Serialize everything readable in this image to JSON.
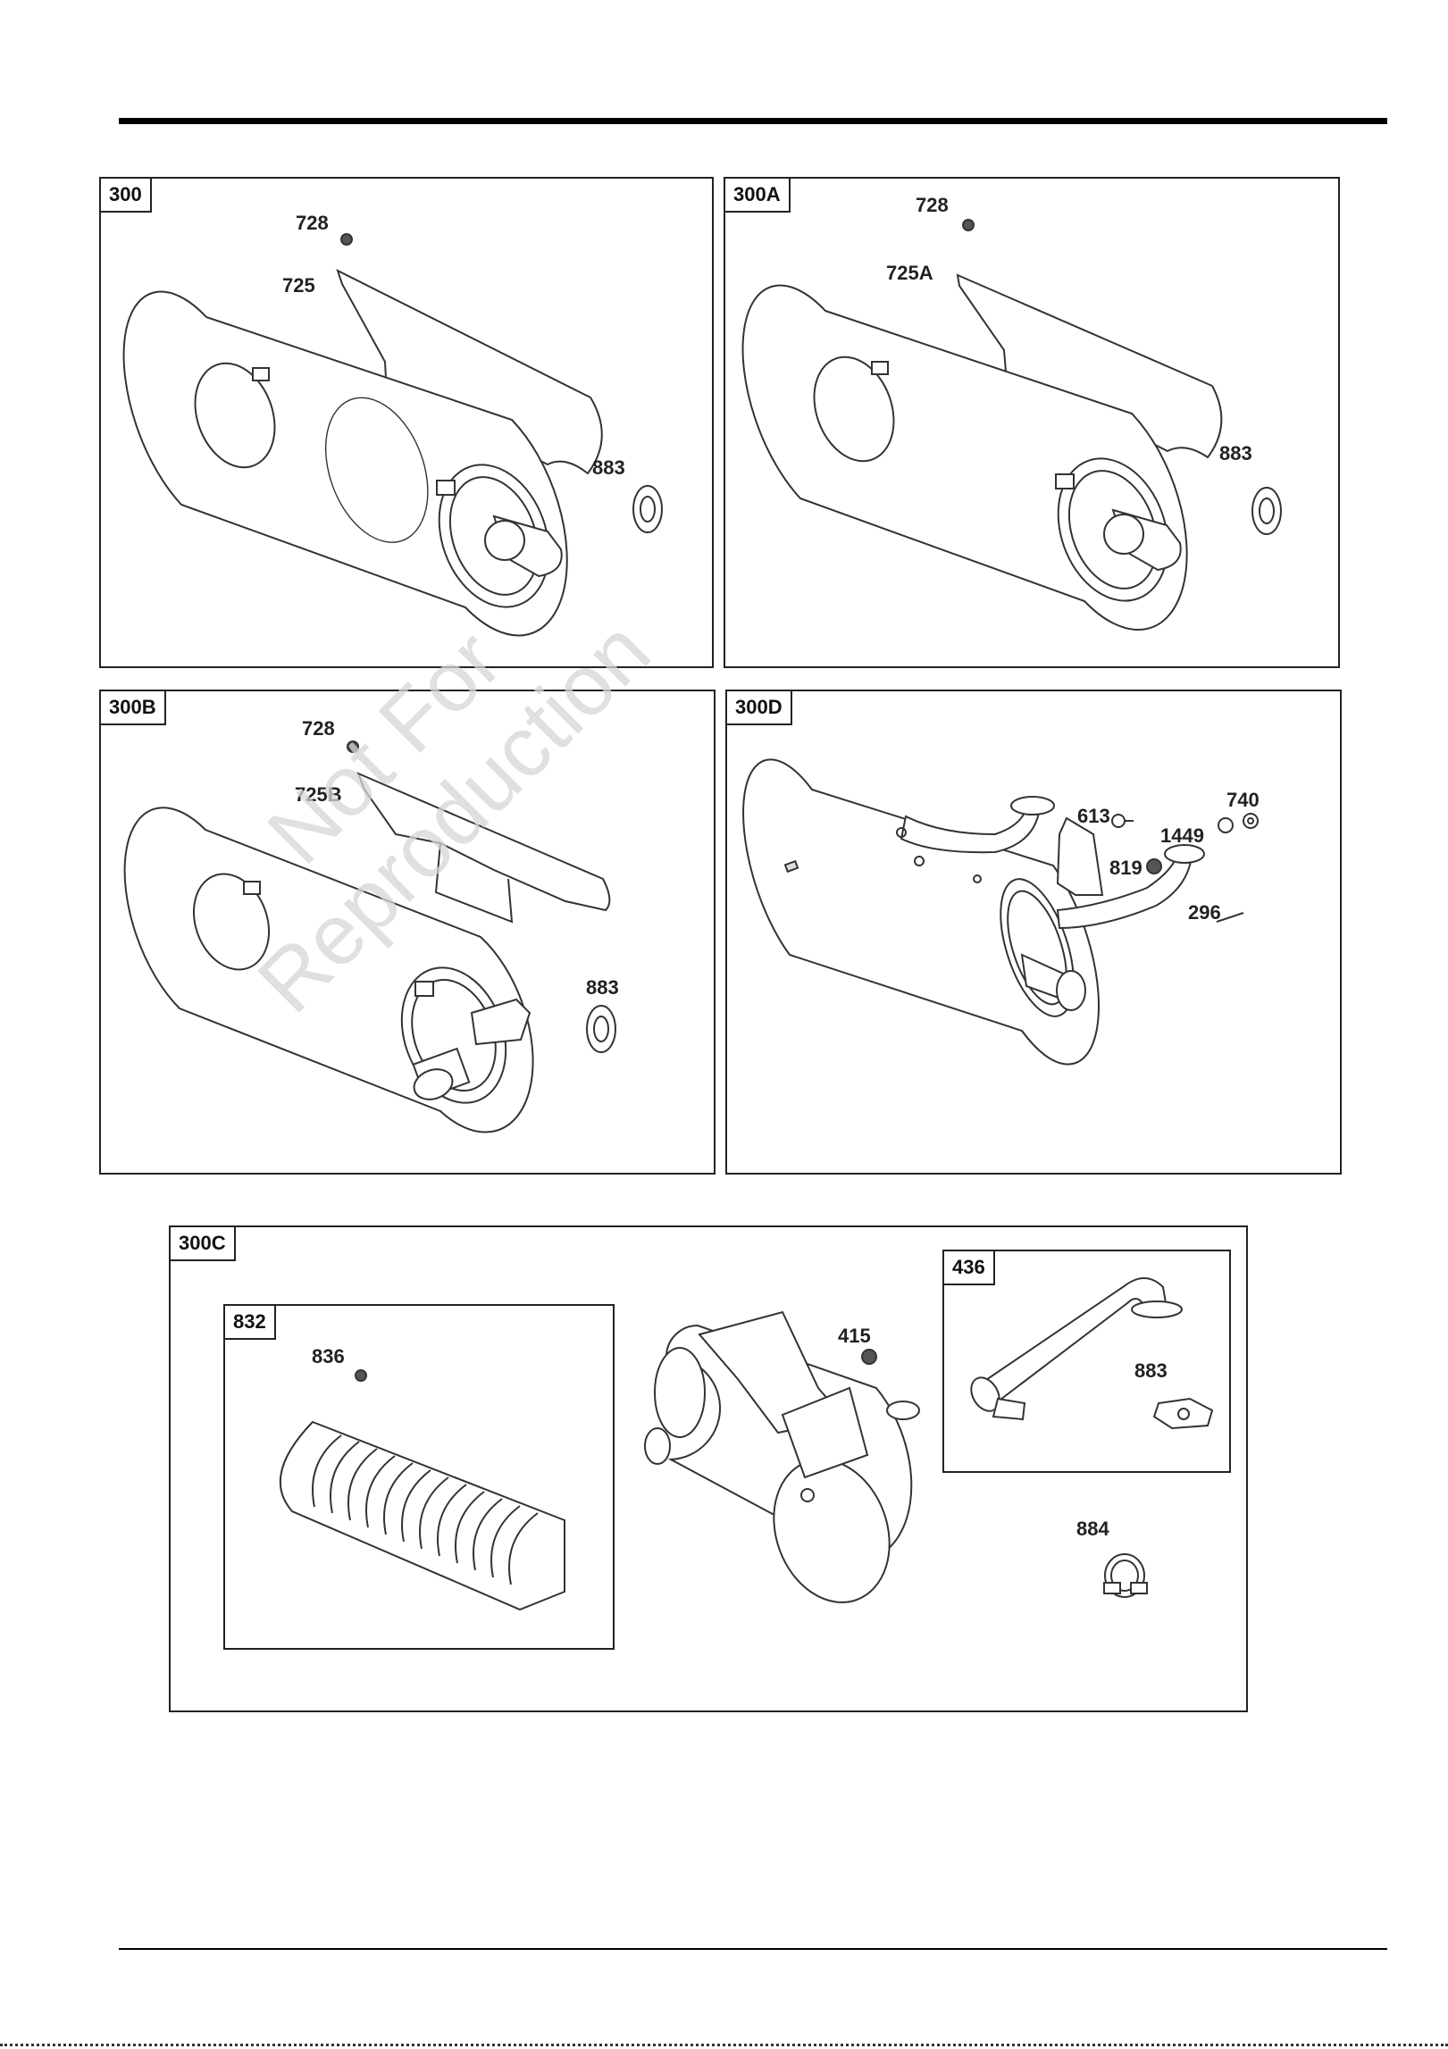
{
  "panels": {
    "p300": {
      "tag": "300",
      "callouts": [
        "728",
        "725",
        "883"
      ]
    },
    "p300a": {
      "tag": "300A",
      "callouts": [
        "728",
        "725A",
        "883"
      ]
    },
    "p300b": {
      "tag": "300B",
      "callouts": [
        "728",
        "725B",
        "883"
      ]
    },
    "p300d": {
      "tag": "300D",
      "callouts": [
        "613",
        "740",
        "1449",
        "819",
        "296"
      ]
    },
    "p300c": {
      "tag": "300C",
      "callouts": [
        "415",
        "884"
      ],
      "sub832": {
        "tag": "832",
        "callouts": [
          "836"
        ]
      },
      "sub436": {
        "tag": "436",
        "callouts": [
          "883"
        ]
      }
    }
  },
  "watermark": {
    "line1": "Not For",
    "line2": "Reproduction"
  }
}
